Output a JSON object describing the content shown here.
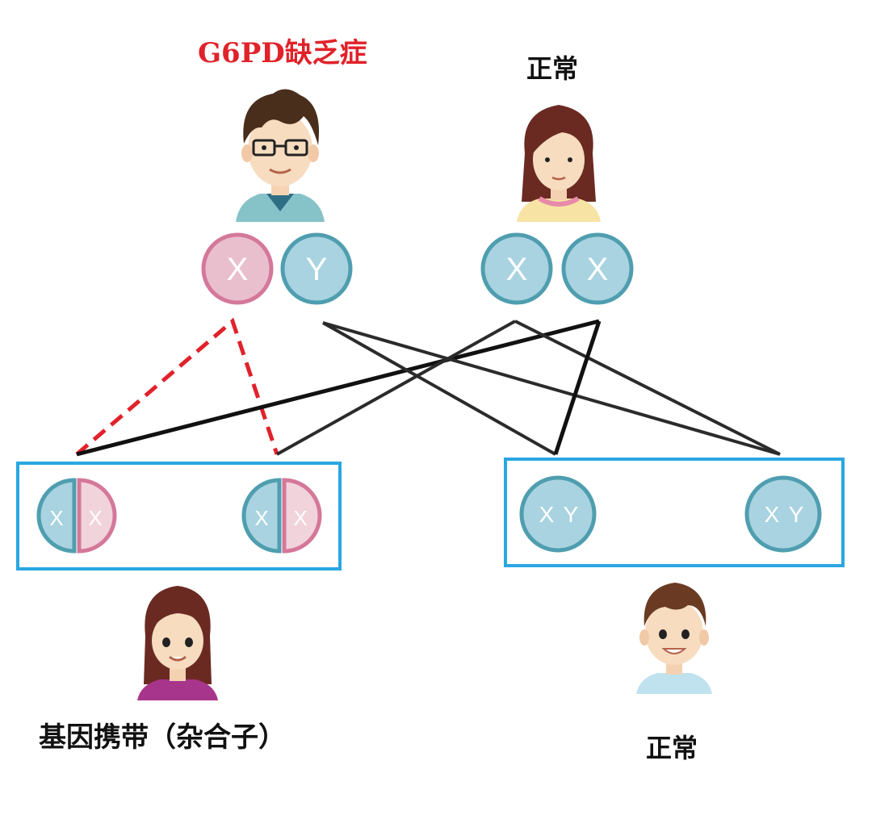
{
  "parents": {
    "father": {
      "label": "G6PD缺乏症",
      "label_color": "#e0222a",
      "chromosomes": [
        "X",
        "Y"
      ]
    },
    "mother": {
      "label": "正常",
      "label_color": "#111111",
      "chromosomes": [
        "X",
        "X"
      ]
    }
  },
  "children": {
    "daughters": {
      "label": "基因携带（杂合子）",
      "chromosomes": [
        "X",
        "X"
      ]
    },
    "sons": {
      "label": "正常",
      "chromosomes": [
        "X",
        "Y"
      ]
    }
  },
  "colors": {
    "affected_x": "#e8b9c8",
    "affected_x_border": "#d4789a",
    "normal": "#a9d3e0",
    "normal_border": "#4f9eb0",
    "box": "#2aa7e1",
    "dashed_line": "#e0222a",
    "line": "#222222"
  },
  "icons": [
    "man-with-glasses",
    "woman-long-hair",
    "girl",
    "boy"
  ]
}
